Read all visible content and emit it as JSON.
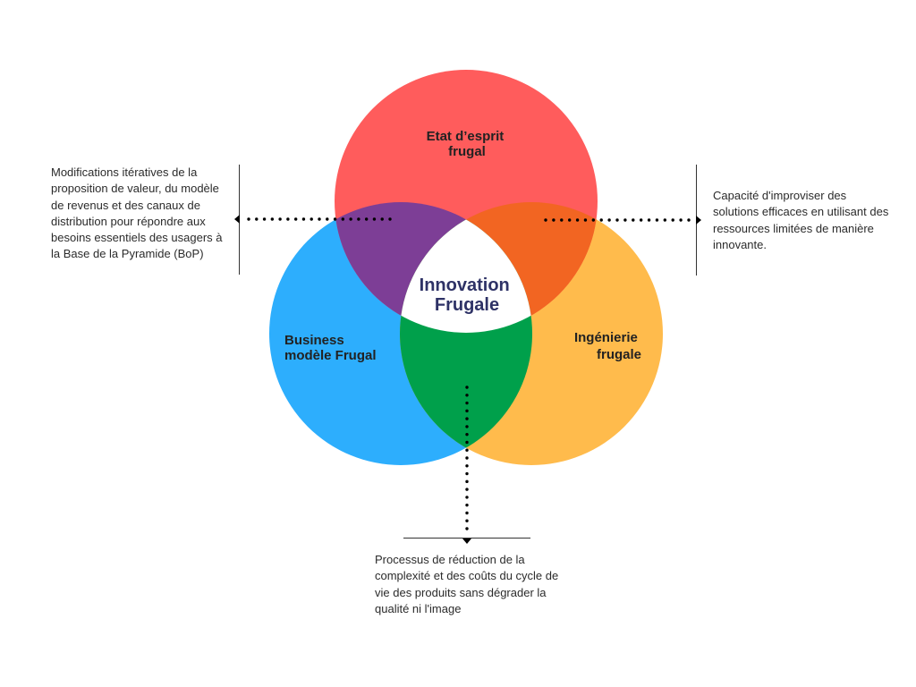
{
  "diagram": {
    "type": "venn-3",
    "circles": [
      {
        "id": "top",
        "label_lines": [
          "Etat d’esprit",
          "frugal"
        ],
        "color": "#FF5C5C"
      },
      {
        "id": "left",
        "label_lines": [
          "Business",
          "modèle Frugal"
        ],
        "color": "#2DAEFD"
      },
      {
        "id": "right",
        "label_lines": [
          "Ingénierie",
          "frugale"
        ],
        "color": "#FFBB4C"
      }
    ],
    "intersections": {
      "top_left": {
        "color": "#7D3E96"
      },
      "top_right": {
        "color": "#F26522"
      },
      "left_right": {
        "color": "#00A04B"
      }
    },
    "center": {
      "label_lines": [
        "Innovation",
        "Frugale"
      ],
      "text_color": "#2E3266",
      "fill": "#FFFFFF"
    },
    "annotations": {
      "left": {
        "text": "Modifications itératives de la proposition de valeur, du modèle de revenus et des canaux de distribution pour répondre aux besoins essentiels des usagers à la Base de la Pyramide (BoP)",
        "points_to": "top_left"
      },
      "right": {
        "text": "Capacité d'improviser des solutions efficaces en utilisant des ressources limitées de manière innovante.",
        "points_to": "top_right"
      },
      "bottom": {
        "text": "Processus de réduction de la complexité et des coûts du cycle de vie des produits sans dégrader la qualité ni l'image",
        "points_to": "left_right"
      }
    },
    "label_color": "#222222",
    "connector_color": "#000000"
  }
}
